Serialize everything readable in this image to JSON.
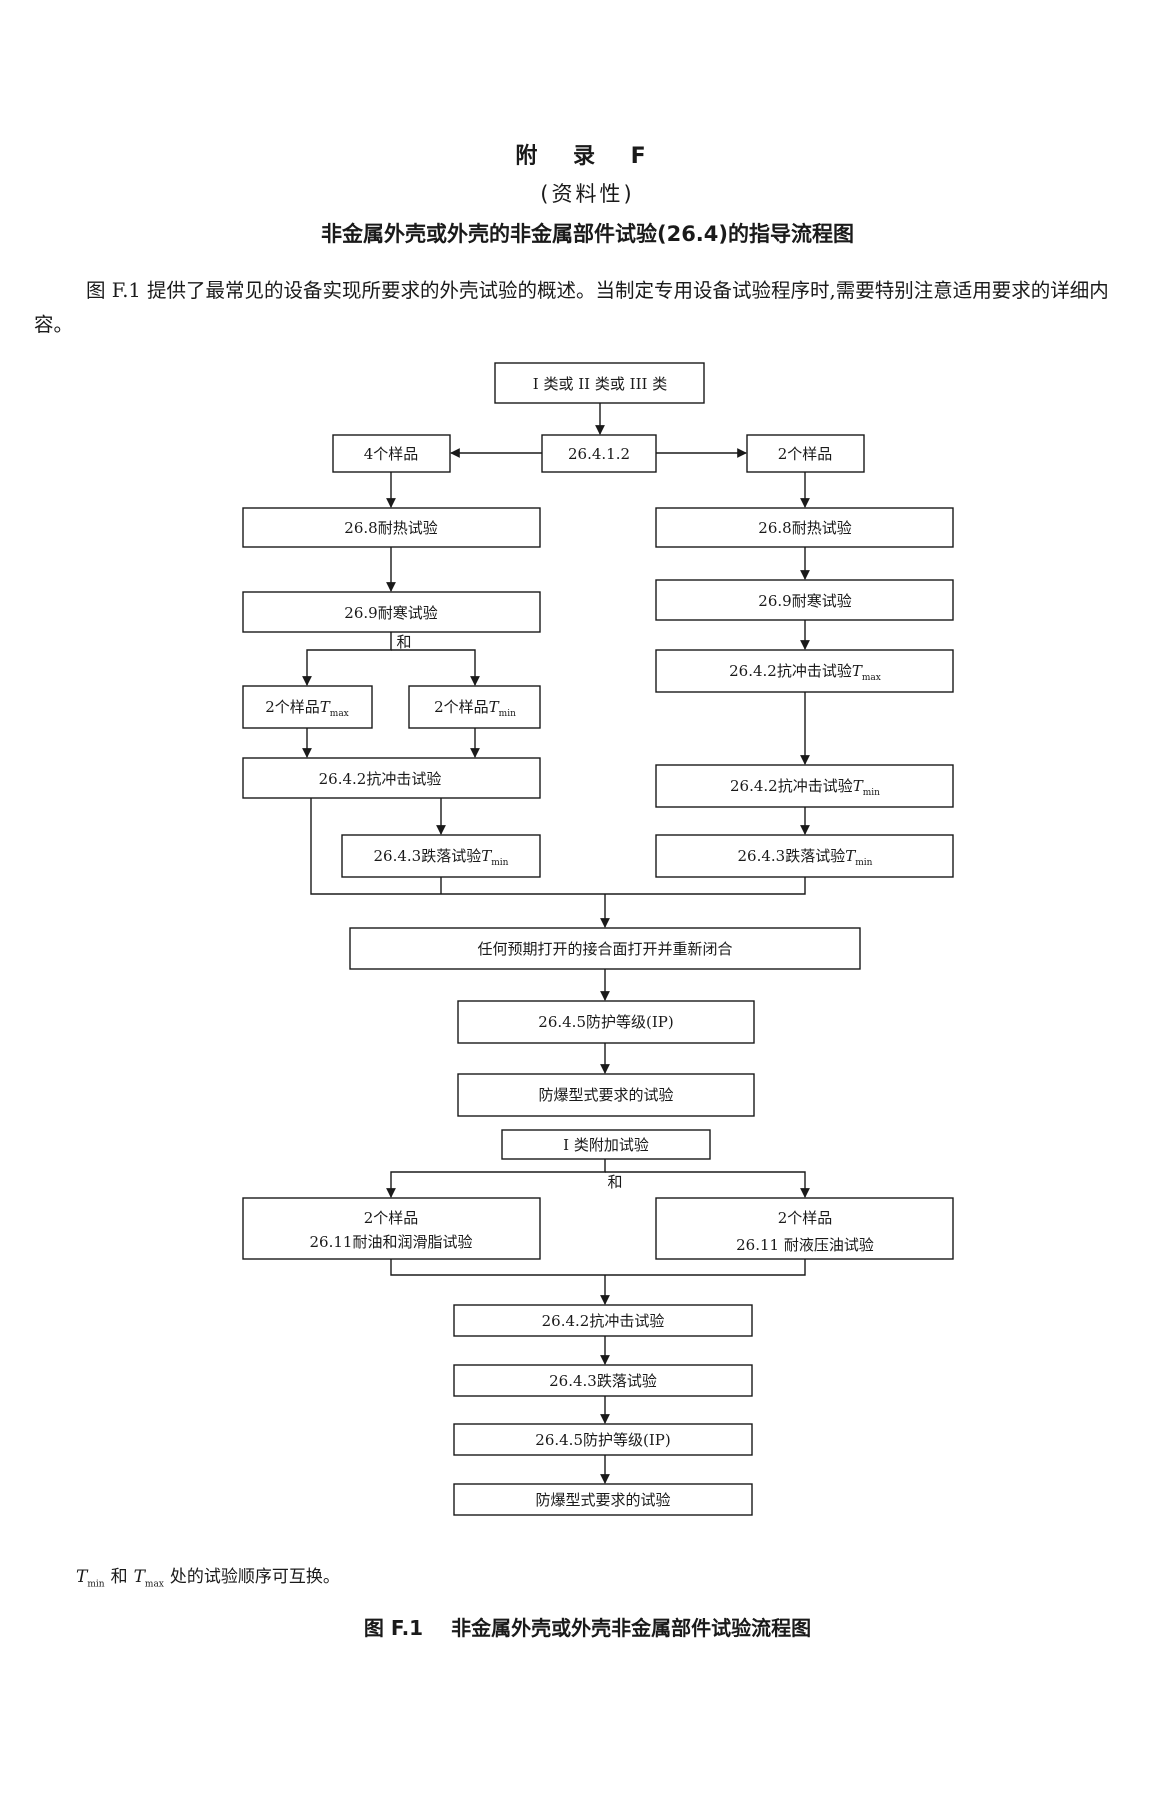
{
  "header": {
    "appendix_title": "附 录 F",
    "appendix_nature": "(资料性)",
    "subject": "非金属外壳或外壳的非金属部件试验(26.4)的指导流程图"
  },
  "intro": {
    "text": "图 F.1 提供了最常见的设备实现所要求的外壳试验的概述。当制定专用设备试验程序时,需要特别注意适用要求的详细内容。"
  },
  "flowchart": {
    "start": "I 类或 II 类或 III 类",
    "clause_split": "26.4.1.2",
    "left_samples": "4个样品",
    "right_samples": "2个样品",
    "heat_test": "26.8耐热试验",
    "cold_test": "26.9耐寒试验",
    "and_label": "和",
    "sample_tmax": "2个样品",
    "sample_tmin": "2个样品",
    "impact_test": "26.4.2抗冲击试验",
    "impact_right_main": "26.4.2抗冲击试验",
    "drop_test_main": "26.4.3跌落试验",
    "t_letter": "T",
    "sub_max": "max",
    "sub_min": "min",
    "reopen": "任何预期打开的接合面打开并重新闭合",
    "ip_test": "26.4.5防护等级(IP)",
    "ex_test": "防爆型式要求的试验",
    "class_one_extra": "I 类附加试验",
    "and_label_2": "和",
    "oil_samples": "2个样品",
    "oil_test": "26.11耐油和润滑脂试验",
    "hydraulic_samples": "2个样品",
    "hydraulic_test": "26.11 耐液压油试验",
    "impact_final": "26.4.2抗冲击试验",
    "drop_final": "26.4.3跌落试验",
    "ip_final": "26.4.5防护等级(IP)",
    "ex_final": "防爆型式要求的试验"
  },
  "note": {
    "t": "T",
    "min": "min",
    "and_word": "和",
    "max": "max",
    "rest": "处的试验顺序可互换。"
  },
  "caption": {
    "figure_no": "图 F.1",
    "title": "非金属外壳或外壳非金属部件试验流程图"
  }
}
